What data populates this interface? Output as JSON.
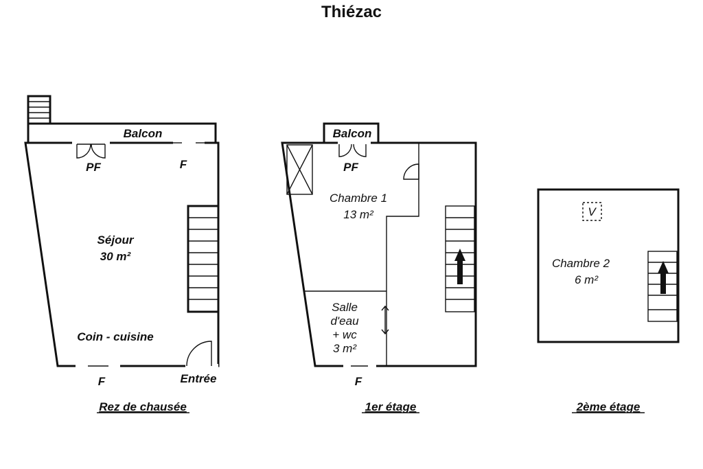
{
  "title": "Thiézac",
  "ground_floor": {
    "name": "Rez de chausée",
    "balcony": "Balcon",
    "french_window": "PF",
    "window_top": "F",
    "window_bottom": "F",
    "living_room": "Séjour",
    "living_room_area": "30 m²",
    "kitchen": "Coin - cuisine",
    "entrance": "Entrée"
  },
  "first_floor": {
    "name": "1er étage",
    "balcony": "Balcon",
    "french_window": "PF",
    "bedroom": "Chambre 1",
    "bedroom_area": "13 m²",
    "bathroom_line1": "Salle",
    "bathroom_line2": "d'eau",
    "bathroom_line3": "+ wc",
    "bathroom_area": "3 m²",
    "window_bottom": "F"
  },
  "second_floor": {
    "name": "2ème étage",
    "vent": "V",
    "bedroom": "Chambre 2",
    "bedroom_area": "6 m²"
  }
}
